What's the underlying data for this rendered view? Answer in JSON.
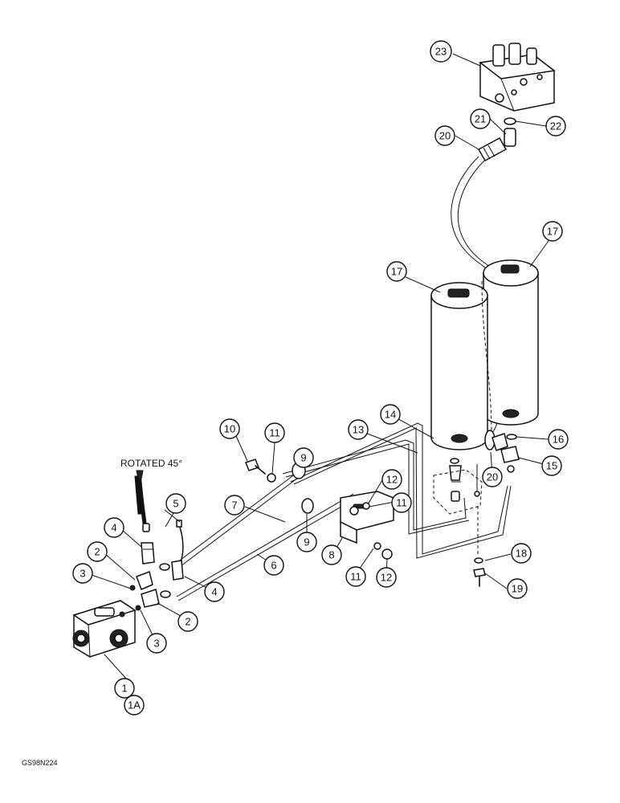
{
  "diagram": {
    "note_rotated": "ROTATED 45°",
    "figure_code": "GS98N224",
    "callouts": [
      "1",
      "1A",
      "2",
      "2",
      "3",
      "3",
      "4",
      "4",
      "5",
      "6",
      "7",
      "8",
      "9",
      "9",
      "10",
      "11",
      "11",
      "11",
      "12",
      "12",
      "13",
      "14",
      "15",
      "16",
      "17",
      "17",
      "18",
      "19",
      "20",
      "20",
      "21",
      "22",
      "23"
    ]
  }
}
